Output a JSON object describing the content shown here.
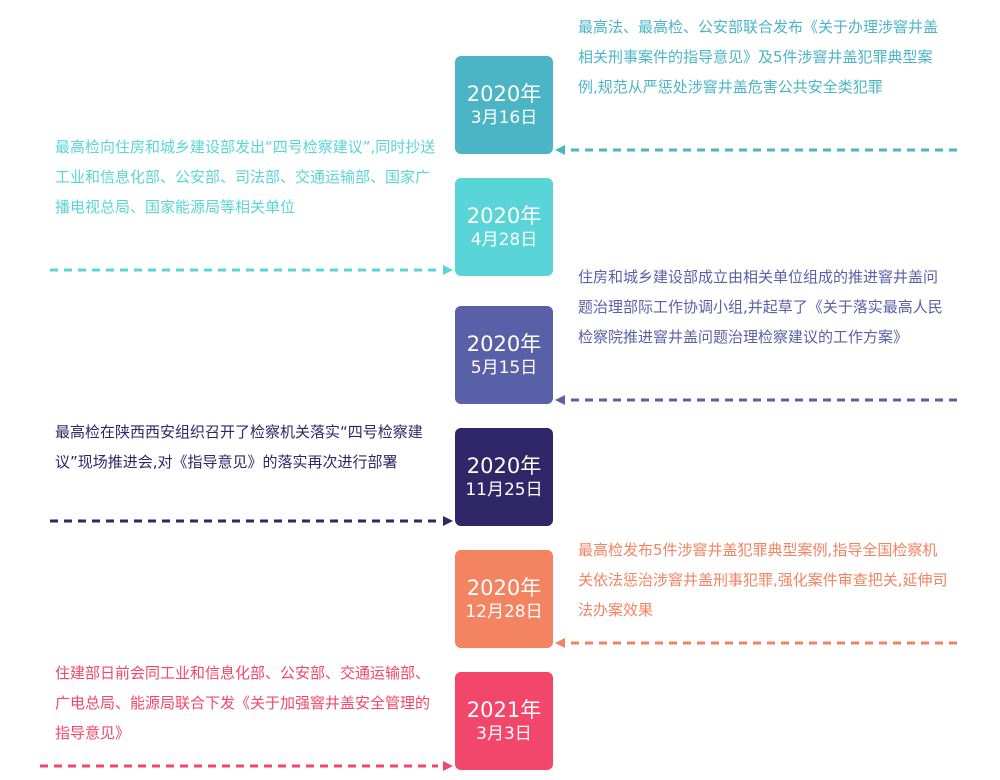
{
  "colors": {
    "e1": "#4bb5c6",
    "e2": "#5ad5d7",
    "e3": "#5a60a8",
    "e4": "#2f2768",
    "e5": "#f38361",
    "e6": "#f2476a"
  },
  "events": [
    {
      "year": "2020年",
      "day": "3月16日",
      "side": "right",
      "text": "最高法、最高检、公安部联合发布《关于办理涉窨井盖相关刑事案件的指导意见》及5件涉窨井盖犯罪典型案例,规范从严惩处涉窨井盖危害公共安全类犯罪"
    },
    {
      "year": "2020年",
      "day": "4月28日",
      "side": "left",
      "text": "最高检向住房和城乡建设部发出“四号检察建议”,同时抄送工业和信息化部、公安部、司法部、交通运输部、国家广播电视总局、国家能源局等相关单位"
    },
    {
      "year": "2020年",
      "day": "5月15日",
      "side": "right",
      "text": "住房和城乡建设部成立由相关单位组成的推进窨井盖问题治理部际工作协调小组,并起草了《关于落实最高人民检察院推进窨井盖问题治理检察建议的工作方案》"
    },
    {
      "year": "2020年",
      "day": "11月25日",
      "side": "left",
      "text": "最高检在陕西西安组织召开了检察机关落实“四号检察建议”现场推进会,对《指导意见》的落实再次进行部署"
    },
    {
      "year": "2020年",
      "day": "12月28日",
      "side": "right",
      "text": "最高检发布5件涉窨井盖犯罪典型案例,指导全国检察机关依法惩治涉窨井盖刑事犯罪,强化案件审查把关,延伸司法办案效果"
    },
    {
      "year": "2021年",
      "day": "3月3日",
      "side": "left",
      "text": "住建部日前会同工业和信息化部、公安部、交通运输部、广电总局、能源局联合下发《关于加强窨井盖安全管理的指导意见》"
    }
  ]
}
